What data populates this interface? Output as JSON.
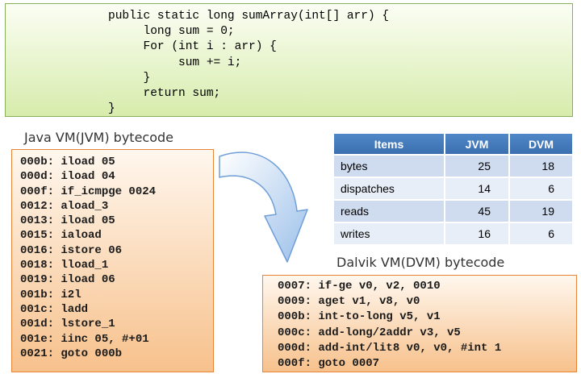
{
  "source_code": [
    "public static long sumArray(int[] arr) {",
    "     long sum = 0;",
    "     For (int i : arr) {",
    "          sum += i;",
    "     }",
    "     return sum;",
    "}"
  ],
  "jvm": {
    "heading": "Java VM(JVM) bytecode",
    "lines": [
      "000b: iload 05",
      "000d: iload 04",
      "000f: if_icmpge 0024",
      "0012: aload_3",
      "0013: iload 05",
      "0015: iaload",
      "0016: istore 06",
      "0018: lload_1",
      "0019: iload 06",
      "001b: i2l",
      "001c: ladd",
      "001d: lstore_1",
      "001e: iinc 05, #+01",
      "0021: goto 000b"
    ]
  },
  "dvm": {
    "heading": "Dalvik VM(DVM) bytecode",
    "lines": [
      "0007: if-ge v0, v2, 0010",
      "0009: aget v1, v8, v0",
      "000b: int-to-long v5, v1",
      "000c: add-long/2addr v3, v5",
      "000d: add-int/lit8 v0, v0, #int 1",
      "000f: goto 0007"
    ]
  },
  "table": {
    "headers": [
      "Items",
      "JVM",
      "DVM"
    ],
    "rows": [
      {
        "item": "bytes",
        "jvm": "25",
        "dvm": "18"
      },
      {
        "item": "dispatches",
        "jvm": "14",
        "dvm": "6"
      },
      {
        "item": "reads",
        "jvm": "45",
        "dvm": "19"
      },
      {
        "item": "writes",
        "jvm": "16",
        "dvm": "6"
      }
    ]
  },
  "colors": {
    "code_box": "#d7ecac",
    "bytecode_box": "#f7c18c",
    "table_header": "#3b6fb0",
    "arrow": "#b9d3f0"
  }
}
